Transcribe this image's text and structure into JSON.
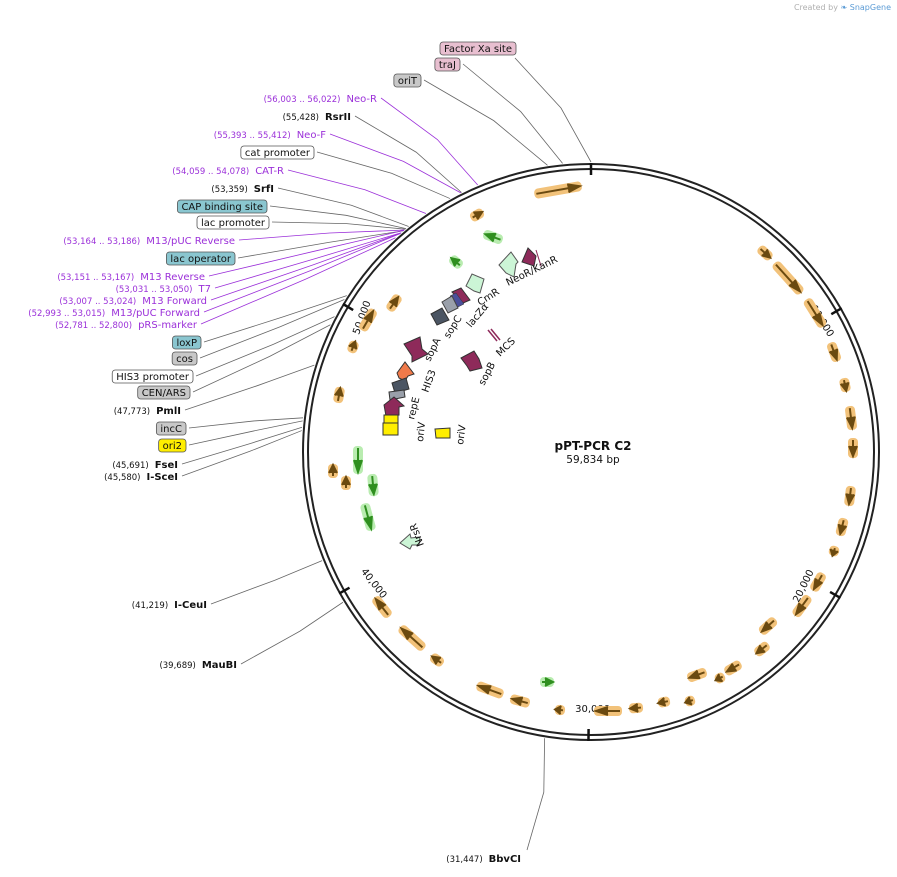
{
  "credit": {
    "prefix": "Created by",
    "brand": "SnapGene"
  },
  "plasmid": {
    "name": "pPT-PCR C2",
    "length": "59,834 bp",
    "total_bp": 59834
  },
  "ticks": [
    {
      "bp": 0,
      "label": ""
    },
    {
      "bp": 10000,
      "label": "10,000"
    },
    {
      "bp": 20000,
      "label": "20,000"
    },
    {
      "bp": 30000,
      "label": "30,000"
    },
    {
      "bp": 40000,
      "label": "40,000"
    },
    {
      "bp": 50000,
      "label": "50,000"
    }
  ],
  "left_labels": [
    {
      "text": "Factor Xa site",
      "style": "pink-box",
      "target_bp": 59834
    },
    {
      "text": "traJ",
      "style": "pink-box",
      "target_bp": 58900
    },
    {
      "text": "oriT",
      "style": "gray-box",
      "target_bp": 58400
    },
    {
      "pos": "(56,003 .. 56,022)",
      "text": "Neo-R",
      "style": "primer",
      "target_bp": 56012
    },
    {
      "pos": "(55,428)",
      "text": "RsrII",
      "style": "enzyme",
      "target_bp": 55428
    },
    {
      "pos": "(55,393 .. 55,412)",
      "text": "Neo-F",
      "style": "primer",
      "target_bp": 55402
    },
    {
      "text": "cat promoter",
      "style": "white-box",
      "target_bp": 55000
    },
    {
      "pos": "(54,059 .. 54,078)",
      "text": "CAT-R",
      "style": "primer",
      "target_bp": 54068
    },
    {
      "pos": "(53,359)",
      "text": "SrfI",
      "style": "enzyme",
      "target_bp": 53359
    },
    {
      "text": "CAP binding site",
      "style": "blue-box",
      "target_bp": 53250
    },
    {
      "text": "lac promoter",
      "style": "white-box",
      "target_bp": 53220
    },
    {
      "pos": "(53,164 .. 53,186)",
      "text": "M13/pUC Reverse",
      "style": "primer",
      "target_bp": 53175
    },
    {
      "text": "lac operator",
      "style": "blue-box",
      "target_bp": 53140
    },
    {
      "pos": "(53,151 .. 53,167)",
      "text": "M13 Reverse",
      "style": "primer",
      "target_bp": 53159
    },
    {
      "pos": "(53,031 .. 53,050)",
      "text": "T7",
      "style": "primer",
      "target_bp": 53040
    },
    {
      "pos": "(53,007 .. 53,024)",
      "text": "M13 Forward",
      "style": "primer",
      "target_bp": 53015
    },
    {
      "pos": "(52,993 .. 53,015)",
      "text": "M13/pUC Forward",
      "style": "primer",
      "target_bp": 53004
    },
    {
      "pos": "(52,781 .. 52,800)",
      "text": "pRS-marker",
      "style": "primer",
      "target_bp": 52790
    },
    {
      "text": "loxP",
      "style": "blue-box",
      "target_bp": 50300
    },
    {
      "text": "cos",
      "style": "gray-box",
      "target_bp": 50150
    },
    {
      "text": "HIS3 promoter",
      "style": "white-box",
      "target_bp": 49500
    },
    {
      "text": "CEN/ARS",
      "style": "gray-box",
      "target_bp": 49200
    },
    {
      "pos": "(47,773)",
      "text": "PmlI",
      "style": "enzyme",
      "target_bp": 47773
    },
    {
      "text": "incC",
      "style": "gray-box",
      "target_bp": 46000
    },
    {
      "text": "ori2",
      "style": "yellow-box",
      "target_bp": 45900
    },
    {
      "pos": "(45,691)",
      "text": "FseI",
      "style": "enzyme",
      "target_bp": 45691
    },
    {
      "pos": "(45,580)",
      "text": "I-SceI",
      "style": "enzyme",
      "target_bp": 45580
    },
    {
      "pos": "(41,219)",
      "text": "I-CeuI",
      "style": "enzyme",
      "target_bp": 41219
    },
    {
      "pos": "(39,689)",
      "text": "MauBI",
      "style": "enzyme",
      "target_bp": 39689
    },
    {
      "pos": "(31,447)",
      "text": "BbvCI",
      "style": "enzyme",
      "target_bp": 31447
    }
  ],
  "feature_labels": [
    {
      "text": "NeoR/KanR"
    },
    {
      "text": "CmR"
    },
    {
      "text": "lacZα"
    },
    {
      "text": "sopC"
    },
    {
      "text": "MCS"
    },
    {
      "text": "sopA"
    },
    {
      "text": "HIS3"
    },
    {
      "text": "sopB"
    },
    {
      "text": "repE"
    },
    {
      "text": "oriV"
    },
    {
      "text": "oriV"
    },
    {
      "text": "NrsR"
    }
  ],
  "colors": {
    "primer": "#9b30d9",
    "orf_orange": "#f2c27a",
    "orf_arrow": "#6b4a10",
    "green_glow": "#b9ecb0",
    "green_arrow": "#2f8f1f",
    "resistance": "#ccf5d6",
    "sop": "#8e2a5a",
    "his3": "#f07a4a",
    "cen": "#4b5563",
    "ori": "#ffee00",
    "blue_box": "#8ac6d0",
    "pink_box": "#e8bfd0",
    "gray_box": "#c8c8c8"
  }
}
